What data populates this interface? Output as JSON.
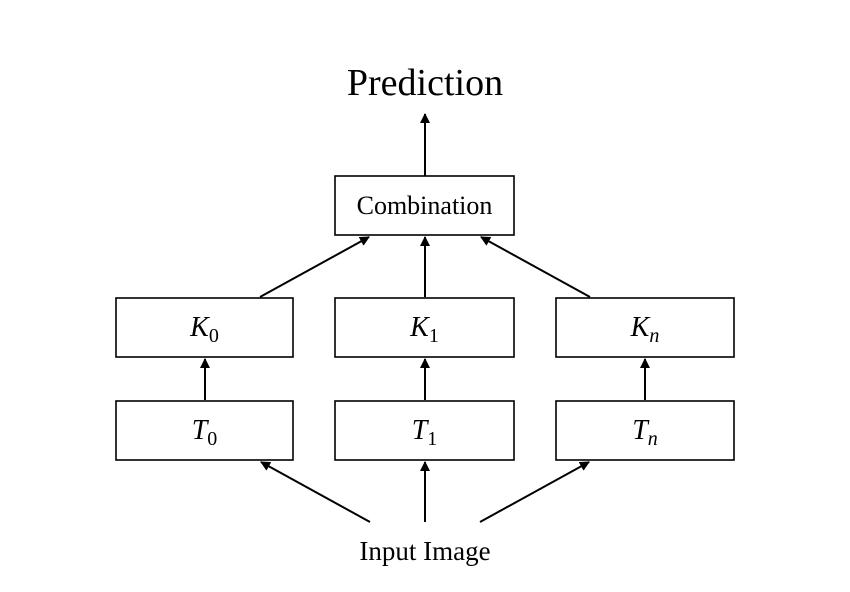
{
  "title": "Prediction",
  "combination": "Combination",
  "input": "Input Image",
  "k_nodes": [
    {
      "symbol": "K",
      "subscript": "0"
    },
    {
      "symbol": "K",
      "subscript": "1"
    },
    {
      "symbol": "K",
      "subscript": "n"
    }
  ],
  "t_nodes": [
    {
      "symbol": "T",
      "subscript": "0"
    },
    {
      "symbol": "T",
      "subscript": "1"
    },
    {
      "symbol": "T",
      "subscript": "n"
    }
  ]
}
